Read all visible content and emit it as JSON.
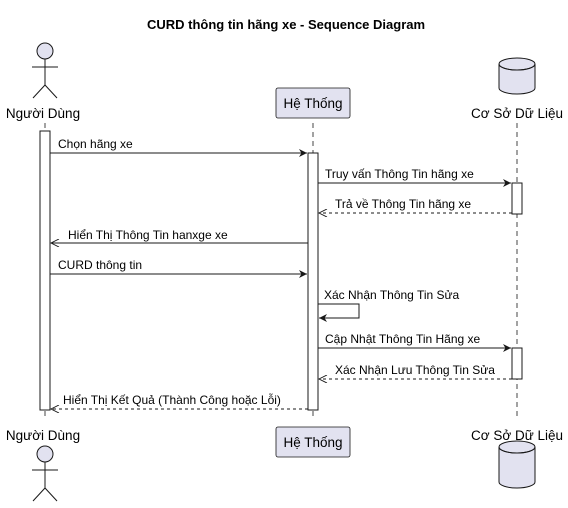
{
  "diagram": {
    "title": "CURD thông tin hãng xe - Sequence Diagram",
    "participants": [
      {
        "id": "user",
        "label": "Người Dùng",
        "kind": "actor"
      },
      {
        "id": "system",
        "label": "Hệ Thống",
        "kind": "participant"
      },
      {
        "id": "db",
        "label": "Cơ Sở Dữ Liệu",
        "kind": "database"
      }
    ],
    "messages": [
      {
        "from": "user",
        "to": "system",
        "label": "Chọn hãng xe",
        "style": "solid"
      },
      {
        "from": "system",
        "to": "db",
        "label": "Truy vấn Thông Tin hãng xe",
        "style": "solid"
      },
      {
        "from": "db",
        "to": "system",
        "label": "Trả về Thông Tin hãng xe",
        "style": "dashed"
      },
      {
        "from": "system",
        "to": "user",
        "label": "Hiển Thị Thông Tin hanxge xe",
        "style": "solid"
      },
      {
        "from": "user",
        "to": "system",
        "label": "CURD thông tin",
        "style": "solid"
      },
      {
        "from": "system",
        "to": "system",
        "label": "Xác Nhận Thông Tin Sửa",
        "style": "self"
      },
      {
        "from": "system",
        "to": "db",
        "label": "Cập Nhật Thông Tin Hãng xe",
        "style": "solid"
      },
      {
        "from": "db",
        "to": "system",
        "label": "Xác Nhận Lưu Thông Tin Sửa",
        "style": "dashed"
      },
      {
        "from": "system",
        "to": "user",
        "label": "Hiển Thị Kết Quả (Thành Công hoặc Lỗi)",
        "style": "dashed"
      }
    ]
  }
}
